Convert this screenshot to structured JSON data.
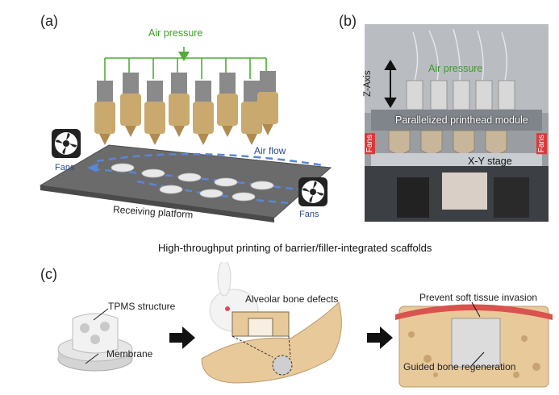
{
  "panels": {
    "a": {
      "label": "(a)",
      "air_pressure": "Air pressure",
      "air_flow": "Air flow",
      "fans_left": "Fans",
      "fans_right": "Fans",
      "platform": "Receiving platform"
    },
    "b": {
      "label": "(b)",
      "z_axis": "Z-Axis",
      "air_pressure": "Air pressure",
      "module": "Parallelized  printhead module",
      "fans_left": "Fans",
      "fans_right": "Fans",
      "stage": "X-Y stage"
    },
    "c": {
      "label": "(c)",
      "tpms": "TPMS structure",
      "membrane": "Membrane",
      "defects": "Alveolar bone defects",
      "prevent": "Prevent soft tissue invasion",
      "guided": "Guided bone regeneration"
    }
  },
  "caption": "High-throughput  printing  of  barrier/filler-integrated  scaffolds",
  "colors": {
    "air_green": "#4caf35",
    "air_flow_blue": "#4a78c8",
    "fan_red": "#d93a3a",
    "membrane_red": "#d9534f",
    "bone_tan": "#e8c99a"
  }
}
